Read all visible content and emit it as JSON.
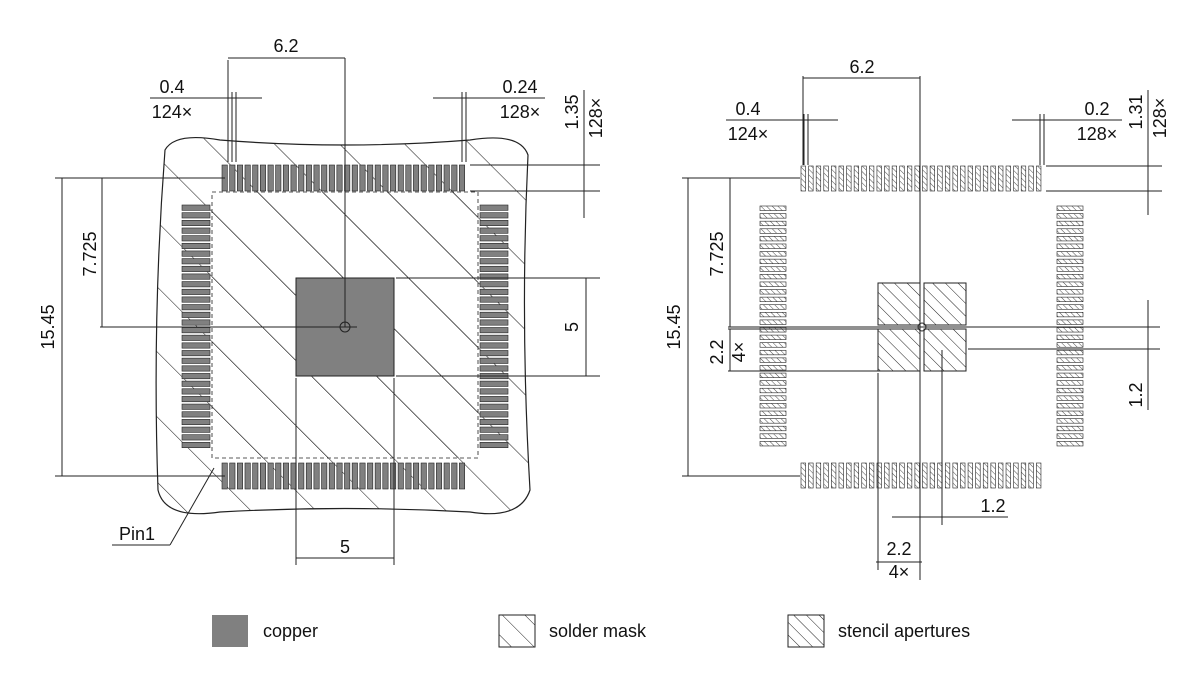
{
  "colors": {
    "copper": "#808080",
    "line": "#222222",
    "background": "#ffffff"
  },
  "left": {
    "dim_top_width": "6.2",
    "dim_pitch": "0.4",
    "dim_pitch_count": "124×",
    "dim_pad_width": "0.24",
    "dim_pad_width_count": "128×",
    "dim_pad_length": "1.35",
    "dim_pad_length_count": "128×",
    "dim_half_span": "7.725",
    "dim_span": "15.45",
    "dim_epad_height": "5",
    "dim_epad_width": "5",
    "pin1_label": "Pin1"
  },
  "right": {
    "dim_top_width": "6.2",
    "dim_pitch": "0.4",
    "dim_pitch_count": "124×",
    "dim_pad_width": "0.2",
    "dim_pad_width_count": "128×",
    "dim_pad_length": "1.31",
    "dim_pad_length_count": "128×",
    "dim_half_span": "7.725",
    "dim_span": "15.45",
    "dim_aperture_v": "2.2",
    "dim_aperture_v_count": "4×",
    "dim_gap_v": "1.2",
    "dim_gap_h": "1.2",
    "dim_aperture_h": "2.2",
    "dim_aperture_h_count": "4×"
  },
  "legend": {
    "copper": "copper",
    "solder_mask": "solder mask",
    "stencil": "stencil apertures"
  }
}
